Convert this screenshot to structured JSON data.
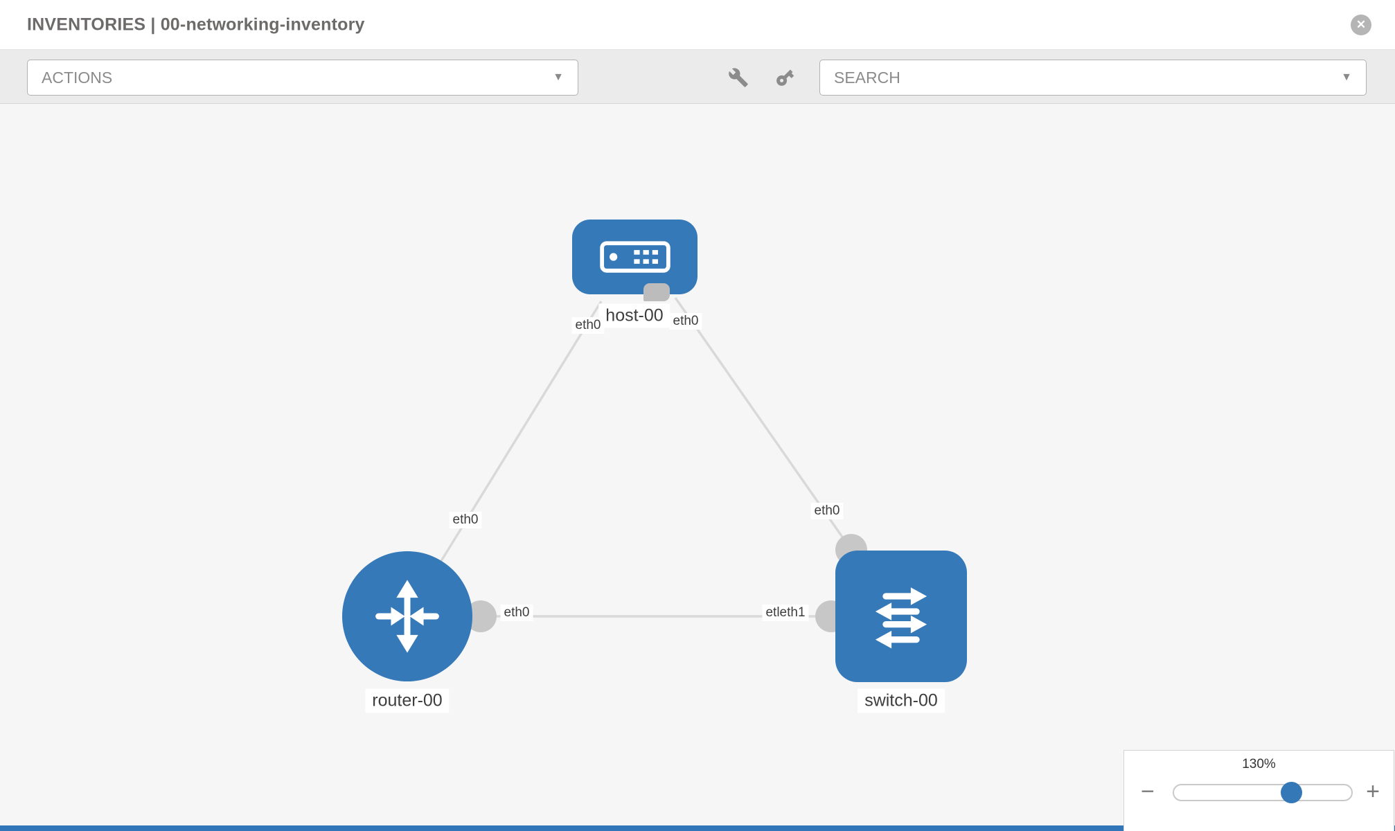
{
  "header": {
    "title": "INVENTORIES | 00-networking-inventory"
  },
  "toolbar": {
    "actions": {
      "label": "ACTIONS"
    },
    "search": {
      "label": "SEARCH"
    }
  },
  "icons": {
    "close": "✕",
    "chevron": "▼",
    "minus": "−",
    "plus": "+"
  },
  "topology": {
    "nodes": {
      "host": {
        "label": "host-00",
        "type": "host"
      },
      "router": {
        "label": "router-00",
        "type": "router"
      },
      "switch": {
        "label": "switch-00",
        "type": "switch"
      }
    },
    "interfaces": {
      "host_to_router": "eth0",
      "host_to_switch": "eth0",
      "router_to_host": "eth0",
      "switch_to_host": "eth0",
      "router_to_switch": "eth0",
      "switch_to_router": "etleth1"
    },
    "links": [
      {
        "from": "host-00",
        "to": "router-00"
      },
      {
        "from": "host-00",
        "to": "switch-00"
      },
      {
        "from": "router-00",
        "to": "switch-00"
      }
    ]
  },
  "zoom": {
    "level": "130%"
  },
  "colors": {
    "node_blue": "#3579b8",
    "link_gray": "#d9d9d9",
    "canvas_bg": "#f6f6f6"
  }
}
